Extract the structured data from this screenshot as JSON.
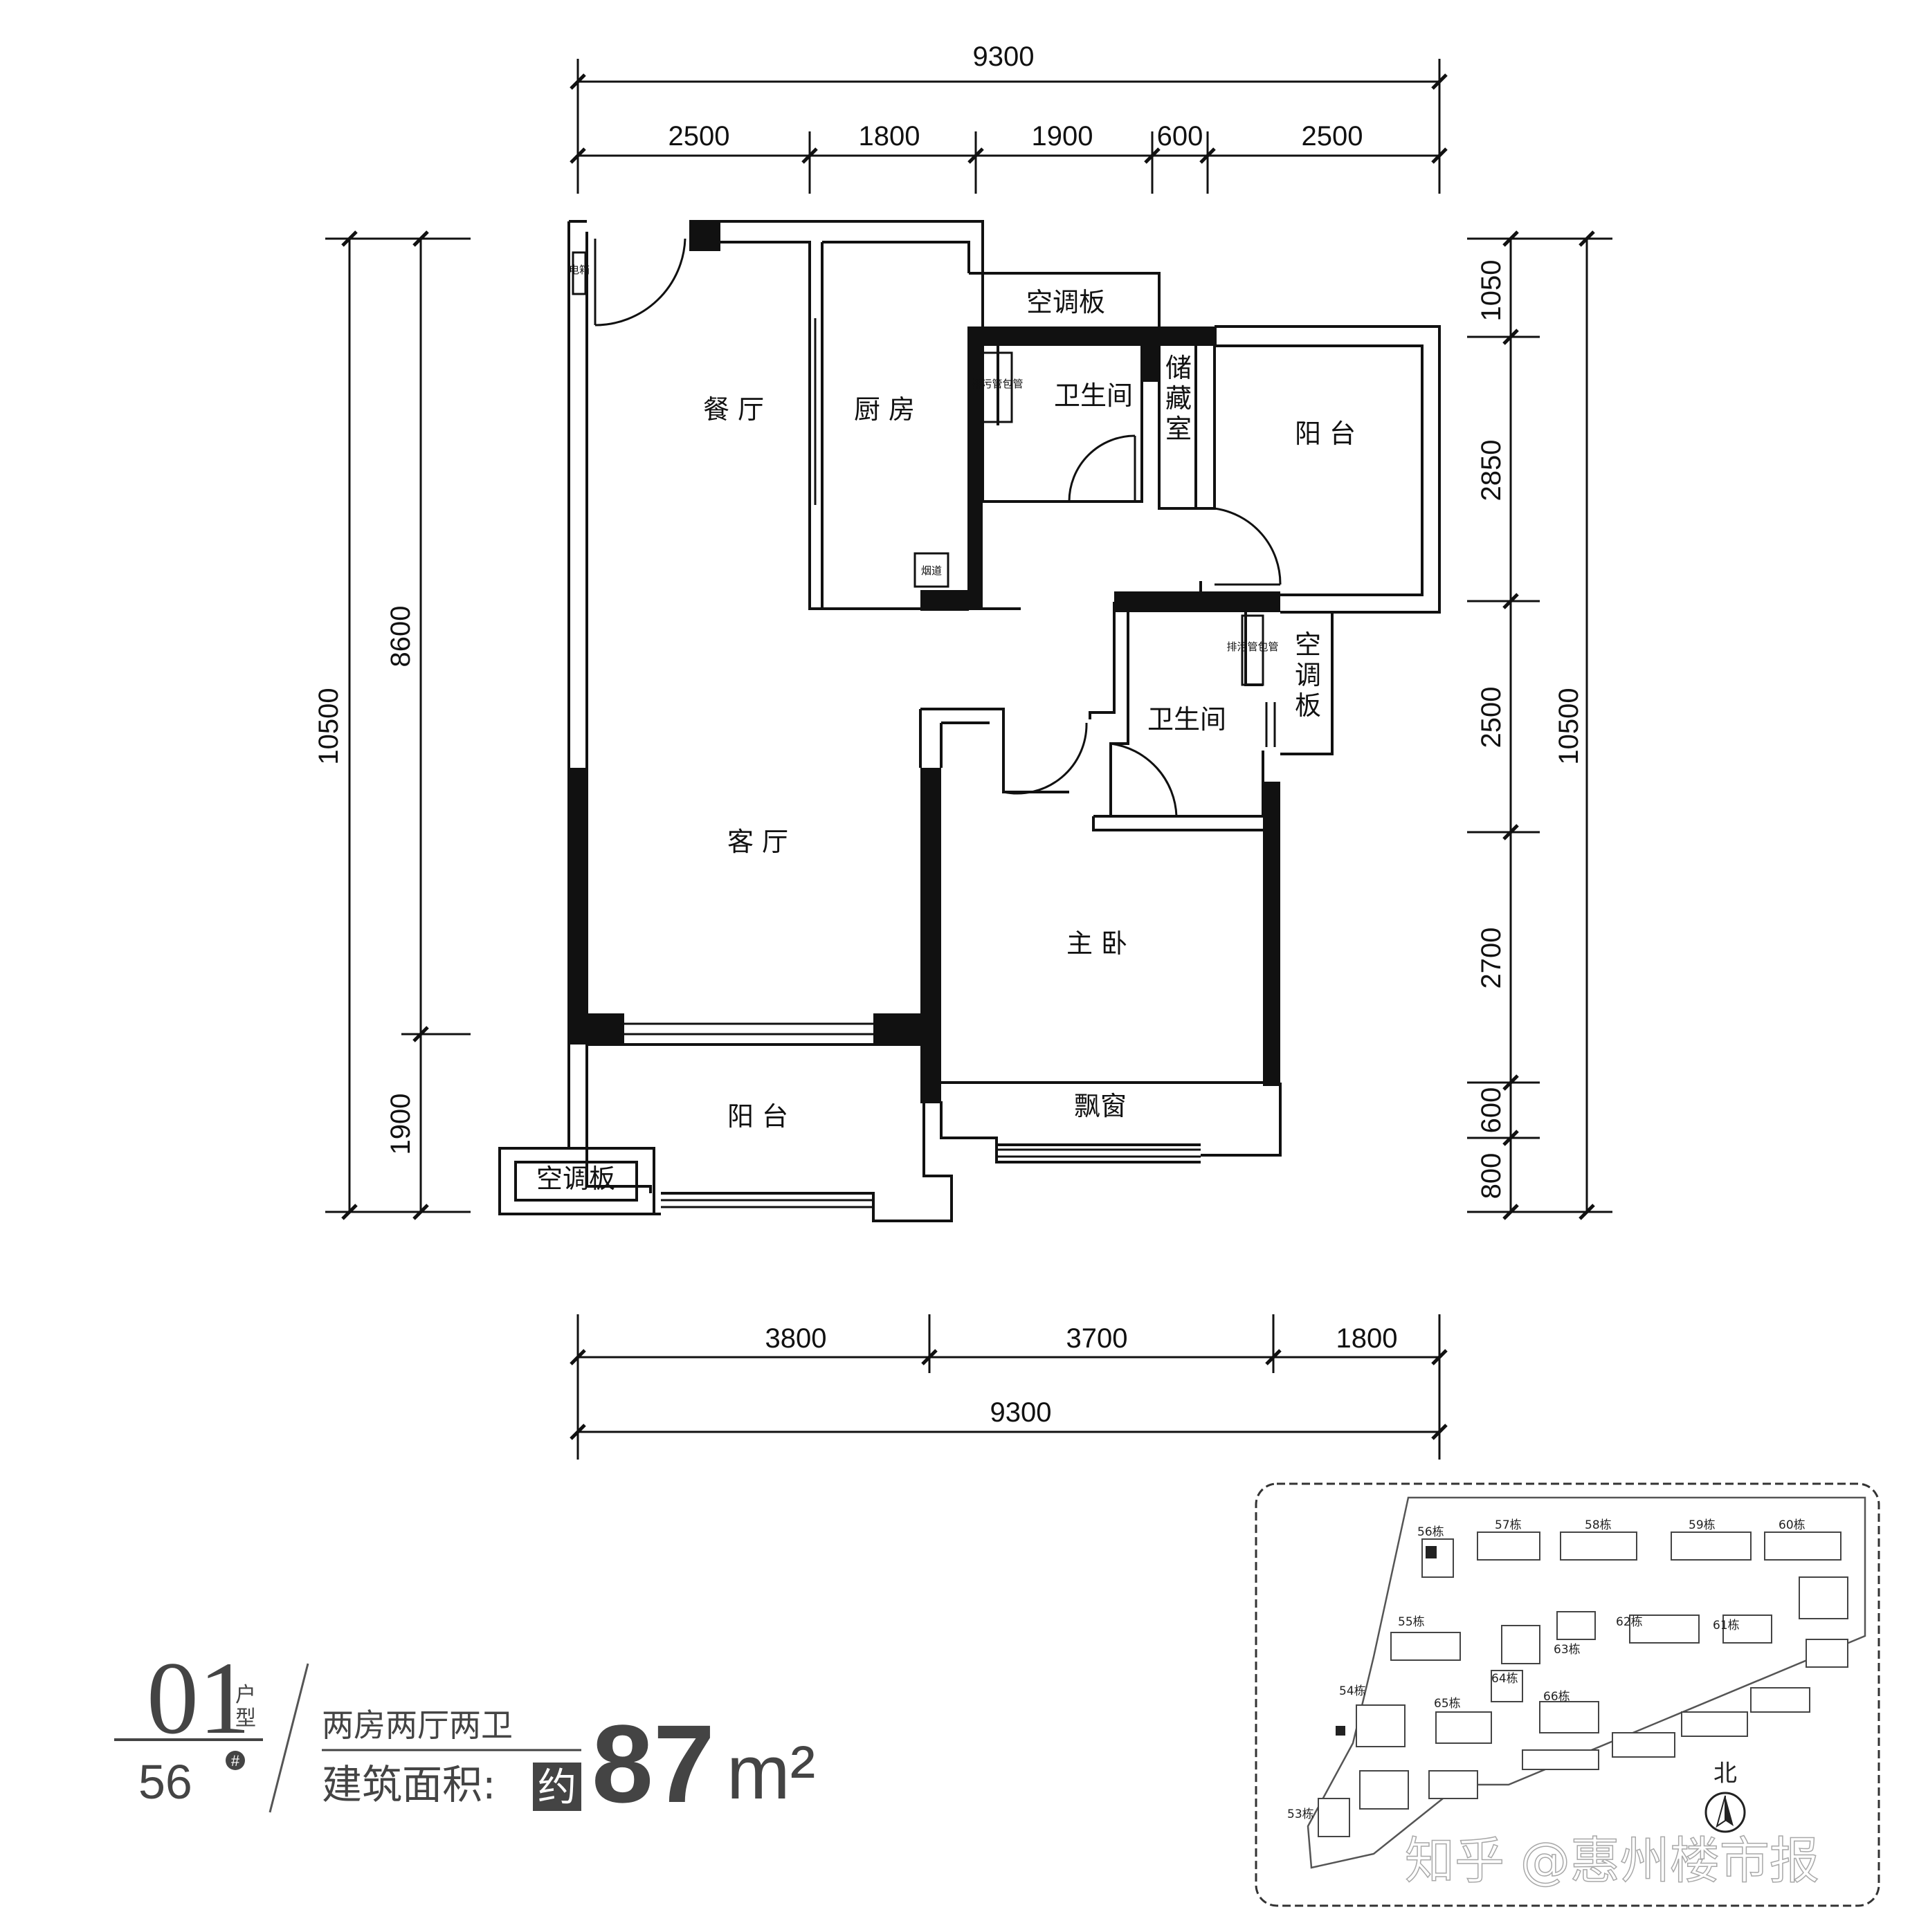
{
  "dimensions": {
    "top_total": "9300",
    "top_segments": [
      "2500",
      "1800",
      "1900",
      "600",
      "2500"
    ],
    "bottom_segments": [
      "3800",
      "3700",
      "1800"
    ],
    "bottom_total": "9300",
    "left_total": "10500",
    "left_segments": [
      "8600",
      "1900"
    ],
    "right_total": "10500",
    "right_segments": [
      "1050",
      "2850",
      "2500",
      "2700",
      "600",
      "800"
    ]
  },
  "rooms": {
    "dining": "餐 厅",
    "kitchen": "厨 房",
    "bath_top": "卫生间",
    "storage": "储藏室",
    "balcony_top": "阳 台",
    "ac_top": "空调板",
    "ac_right": "空调板",
    "bath_mid": "卫生间",
    "living": "客 厅",
    "master": "主 卧",
    "balcony_bottom": "阳 台",
    "ac_bottom": "空调板",
    "bay_window": "飘窗",
    "elec_box": "电箱",
    "pipe_1": "排污管包管",
    "pipe_2": "排污管包管",
    "flue": "烟道"
  },
  "info": {
    "unit_no": "01",
    "unit_label": "户型",
    "building": "56",
    "hash": "#",
    "layout": "两房两厅两卫",
    "area_label": "建筑面积:",
    "approx": "约",
    "area_value": "87",
    "area_unit": "m²"
  },
  "site_plan": {
    "north": "北",
    "buildings": [
      "56栋",
      "57栋",
      "58栋",
      "59栋",
      "60栋",
      "55栋",
      "63栋",
      "62栋",
      "61栋",
      "64栋",
      "54栋",
      "65栋",
      "66栋",
      "53栋"
    ]
  },
  "watermark": "知乎 @惠州楼市报"
}
